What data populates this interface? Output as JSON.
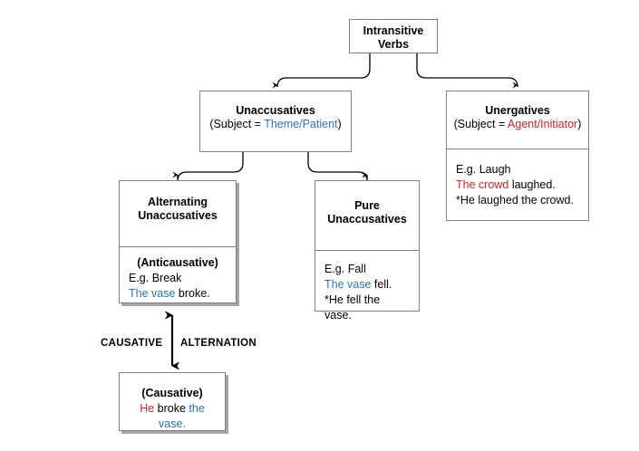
{
  "diagram": {
    "title_root": "Intransitive Verbs",
    "colors": {
      "blue": "#2e74b5",
      "red": "#c0272d",
      "box_border": "#7f7f7f",
      "shadow": "#a6a6a6",
      "background": "#ffffff",
      "text": "#000000"
    }
  },
  "nodes": {
    "root": {
      "line1": "Intransitive",
      "line2": "Verbs"
    },
    "unaccusatives": {
      "title": "Unaccusatives",
      "subject_prefix": "(Subject = ",
      "subject_role": "Theme/Patient",
      "subject_suffix": ")"
    },
    "unergatives": {
      "title": "Unergatives",
      "subject_prefix": "(Subject = ",
      "subject_role": "Agent/Initiator",
      "subject_suffix": ")",
      "example_label": "E.g. Laugh",
      "sentence_subject": "The crowd",
      "sentence_rest": " laughed.",
      "ungrammatical": "*He laughed the crowd."
    },
    "alternating": {
      "title_line1": "Alternating",
      "title_line2": "Unaccusatives",
      "body_heading": "(Anticausative)",
      "example_label": "E.g. Break",
      "sentence_subject": "The vase",
      "sentence_rest": " broke."
    },
    "pure": {
      "title_line1": "Pure",
      "title_line2": "Unaccusatives",
      "example_label": "E.g. Fall",
      "sentence_subject": "The vase",
      "sentence_rest": " fell.",
      "ungrammatical": "*He fell the vase."
    },
    "causative": {
      "body_heading": "(Causative)",
      "sentence_subject": "He",
      "sentence_verb": " broke ",
      "sentence_object": "the vase."
    }
  },
  "labels": {
    "causative": "CAUSATIVE",
    "alternation": "ALTERNATION"
  }
}
